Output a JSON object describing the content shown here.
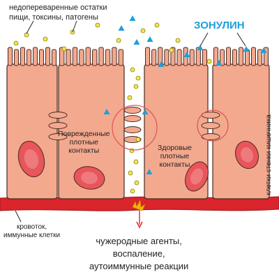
{
  "labels": {
    "food_line1": "недопереваренные остатки",
    "food_line2": "пищи, токсины, патогены",
    "zonulin": "ЗОНУЛИН",
    "damaged_line1": "Поврежденные",
    "damaged_line2": "плотные",
    "damaged_line3": "контакты",
    "healthy_line1": "Здоровые",
    "healthy_line2": "плотные",
    "healthy_line3": "контакты",
    "cells_label": "клетки стенки кишечника",
    "blood_line1": "кровоток,",
    "blood_line2": "иммунные клетки",
    "outcome_line1": "чужеродные агенты,",
    "outcome_line2": "воспаление,",
    "outcome_line3": "аутоиммунные реакции"
  },
  "colors": {
    "cell_fill": "#f3a98e",
    "cell_stroke": "#4a2a22",
    "nucleus_fill": "#e8555a",
    "blood_fill": "#d9252b",
    "particle_yellow": "#f2e74a",
    "zonulin_blue": "#1d9fdc",
    "junction_ring": "#e05a5a"
  },
  "icons": {
    "particle": "yellow-dot",
    "zonulin_molecule": "blue-triangle"
  }
}
